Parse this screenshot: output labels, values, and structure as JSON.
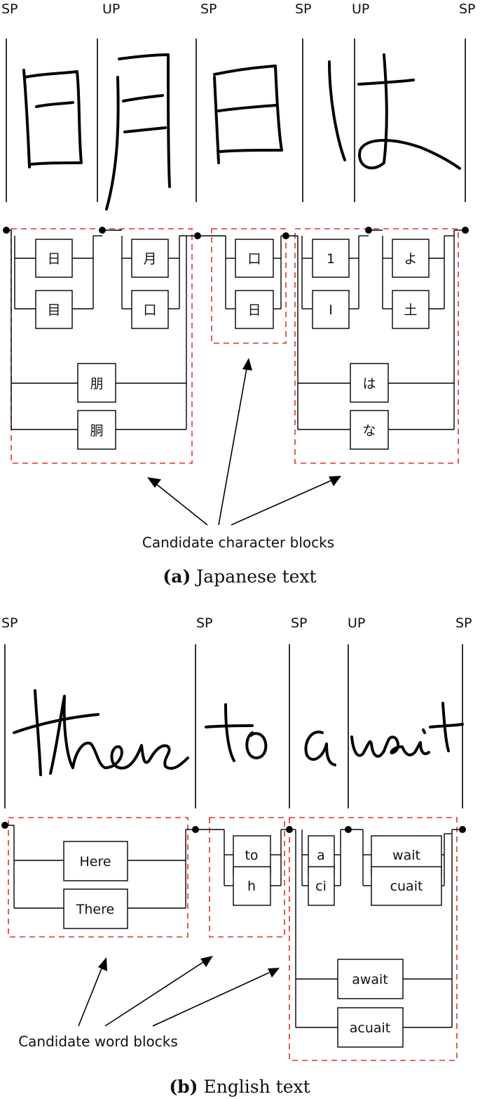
{
  "panel_a": {
    "segment_labels": [
      "SP",
      "UP",
      "SP",
      "SP",
      "UP",
      "SP"
    ],
    "handwriting": "明日は",
    "candidates": {
      "top_left": [
        "日",
        "目"
      ],
      "top_right": [
        "月",
        "口"
      ],
      "wide": [
        "朋",
        "胴"
      ],
      "middle": [
        "口",
        "日"
      ],
      "right_top_left": [
        "1",
        "I"
      ],
      "right_top_right": [
        "よ",
        "土"
      ],
      "right_wide": [
        "は",
        "な"
      ]
    },
    "annotation": "Candidate character blocks",
    "caption_label": "(a)",
    "caption_text": "Japanese text"
  },
  "panel_b": {
    "segment_labels": [
      "SP",
      "SP",
      "SP",
      "UP",
      "SP"
    ],
    "handwriting": "There to await",
    "candidates": {
      "left": [
        "Here",
        "There"
      ],
      "middle": [
        "to",
        "h"
      ],
      "right_left": [
        "a",
        "ci"
      ],
      "right_right": [
        "wait",
        "cuait"
      ],
      "right_wide": [
        "await",
        "acuait"
      ]
    },
    "annotation": "Candidate word blocks",
    "caption_label": "(b)",
    "caption_text": "English text"
  }
}
